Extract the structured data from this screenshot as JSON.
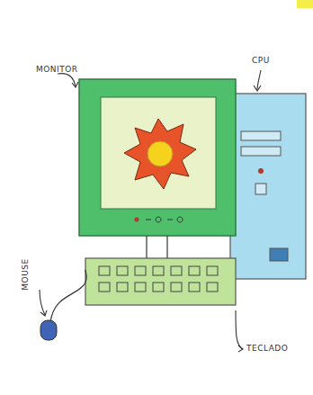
{
  "diagram": {
    "labels": [
      "MONITOR",
      "CPU",
      "MOUSE",
      "TECLADO"
    ]
  }
}
